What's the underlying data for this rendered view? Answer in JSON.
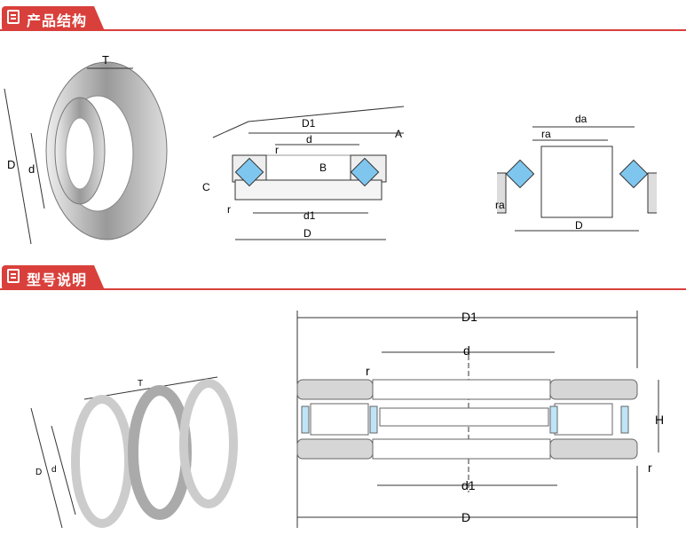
{
  "sections": [
    {
      "title": "产品结构"
    },
    {
      "title": "型号说明"
    }
  ],
  "fig1": {
    "T": "T",
    "D": "D",
    "d": "d"
  },
  "fig2": {
    "D1": "D1",
    "d": "d",
    "A": "A",
    "B": "B",
    "r": "r",
    "C": "C",
    "d1": "d1",
    "D": "D"
  },
  "fig3": {
    "da": "da",
    "ra": "ra",
    "ra2": "ra",
    "D": "D"
  },
  "fig4": {
    "T": "T",
    "D": "D",
    "d": "d"
  },
  "fig5": {
    "D1": "D1",
    "d": "d",
    "r": "r",
    "H": "H",
    "r2": "r",
    "d1": "d1",
    "D": "D"
  }
}
